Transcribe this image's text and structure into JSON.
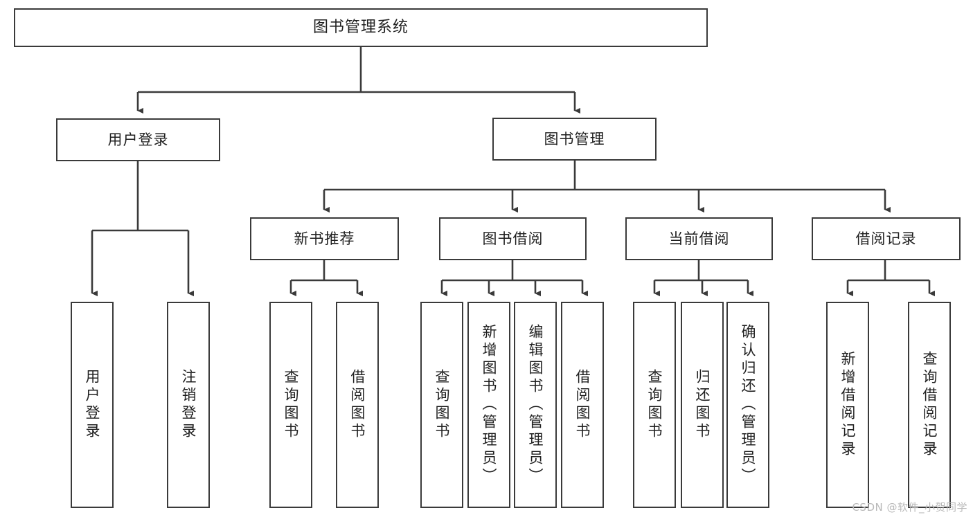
{
  "diagram": {
    "title": "图书管理系统",
    "type": "tree",
    "colors": {
      "stroke": "#3a3a3a",
      "fill": "#ffffff",
      "text": "#1f1f1f",
      "watermark": "#b9b9b9"
    },
    "levels": {
      "root": {
        "label": "图书管理系统"
      },
      "level2": [
        {
          "label": "用户登录"
        },
        {
          "label": "图书管理"
        }
      ],
      "level3": [
        {
          "label": "新书推荐"
        },
        {
          "label": "图书借阅"
        },
        {
          "label": "当前借阅"
        },
        {
          "label": "借阅记录"
        }
      ],
      "leaves": {
        "user_login": [
          {
            "label": "用户登录"
          },
          {
            "label": "注销登录"
          }
        ],
        "new_book_recommend": [
          {
            "label": "查询图书"
          },
          {
            "label": "借阅图书"
          }
        ],
        "book_borrow": [
          {
            "label": "查询图书"
          },
          {
            "label": "新增图书（管理员）"
          },
          {
            "label": "编辑图书（管理员）"
          },
          {
            "label": "借阅图书"
          }
        ],
        "current_borrow": [
          {
            "label": "查询图书"
          },
          {
            "label": "归还图书"
          },
          {
            "label": "确认归还（管理员）"
          }
        ],
        "borrow_record": [
          {
            "label": "新增借阅记录"
          },
          {
            "label": "查询借阅记录"
          }
        ]
      }
    }
  },
  "watermark": {
    "text": "CSDN @软件_小贺同学"
  }
}
